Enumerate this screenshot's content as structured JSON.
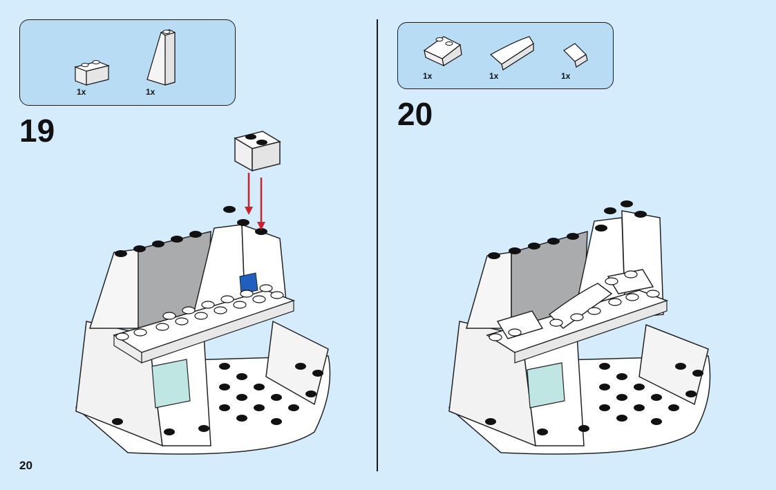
{
  "page": {
    "number": "20"
  },
  "steps": [
    {
      "number": "19",
      "parts": [
        {
          "qty": "1x",
          "icon": "brick-1x2-white-icon"
        },
        {
          "qty": "1x",
          "icon": "slope-tall-white-icon"
        }
      ]
    },
    {
      "number": "20",
      "parts": [
        {
          "qty": "1x",
          "icon": "slope-2x2-white-icon"
        },
        {
          "qty": "1x",
          "icon": "slope-curved-white-icon"
        },
        {
          "qty": "1x",
          "icon": "slope-1x1-white-icon"
        }
      ]
    }
  ],
  "colors": {
    "background": "#d4ecfb",
    "partsbox": "#b9dcf5",
    "arrow": "#d0202a",
    "brick_white": "#ffffff",
    "brick_grey": "#a9abad",
    "brick_blue": "#1f5fbf",
    "trans": "#bfe6e3"
  }
}
